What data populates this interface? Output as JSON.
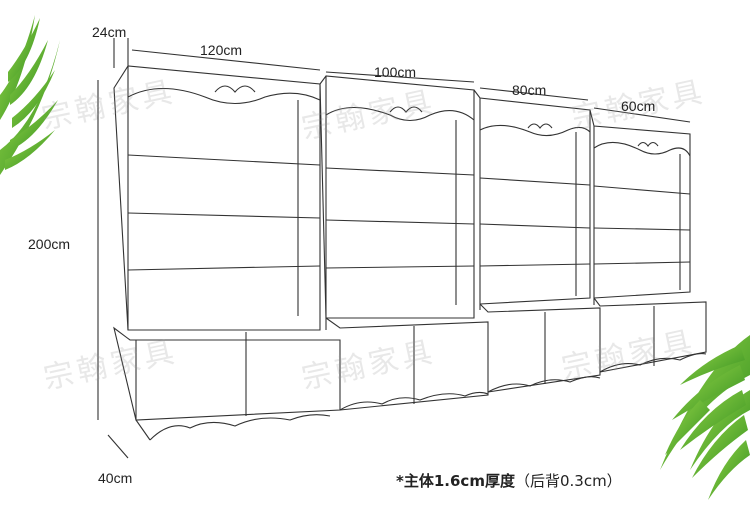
{
  "dimensions": {
    "depth_top": "24cm",
    "width_1": "120cm",
    "width_2": "100cm",
    "width_3": "80cm",
    "width_4": "60cm",
    "height": "200cm",
    "depth_base": "40cm"
  },
  "note": {
    "star": "*",
    "main": "主体1.6cm厚度",
    "sub": "（后背0.3cm）"
  },
  "watermark": "宗翰家具",
  "colors": {
    "line": "#333333",
    "leaf_dark": "#2f8f1c",
    "leaf_light": "#7cc832"
  }
}
